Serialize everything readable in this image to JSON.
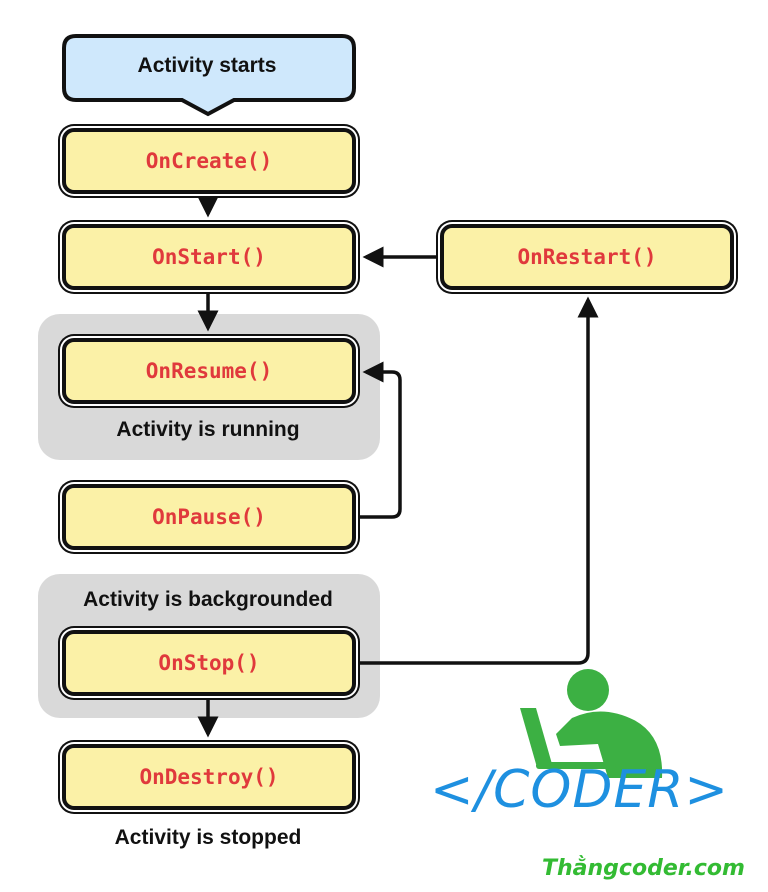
{
  "diagram": {
    "start_label": "Activity starts",
    "nodes": {
      "on_create": "OnCreate()",
      "on_start": "OnStart()",
      "on_restart": "OnRestart()",
      "on_resume": "OnResume()",
      "on_pause": "OnPause()",
      "on_stop": "OnStop()",
      "on_destroy": "OnDestroy()"
    },
    "groups": {
      "running": "Activity is running",
      "backgrounded": "Activity is backgrounded"
    },
    "end_label": "Activity is stopped"
  },
  "logo": {
    "tag_text": "</CODER>",
    "site_text": "Thằngcoder.com"
  },
  "colors": {
    "node_fill": "#fbf1a7",
    "node_text": "#e0393c",
    "start_fill": "#cfe8fc",
    "group_fill": "#d9d9d9",
    "logo_blue": "#1e90e0",
    "logo_green": "#33bb33"
  }
}
